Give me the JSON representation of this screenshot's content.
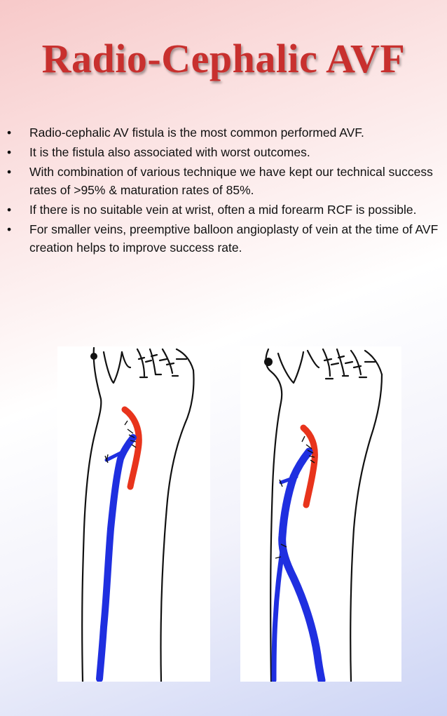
{
  "slide": {
    "title": "Radio-Cephalic AVF",
    "bullets": [
      "Radio-cephalic AV fistula is the most common performed AVF.",
      "It is the fistula also associated with worst outcomes.",
      "With combination of various technique we have kept our technical success rates of >95% & maturation rates of 85%.",
      "If there is no suitable vein at wrist, often a mid forearm RCF is possible.",
      "For smaller veins, preemptive balloon angioplasty of vein at the time of AVF creation helps to improve success rate."
    ],
    "bullet_marker": "•"
  },
  "colors": {
    "title": "#c8302e",
    "artery": "#e8341c",
    "vein": "#1f2fe0",
    "outline": "#111111"
  },
  "illustrations": [
    {
      "name": "forearm-diagram-wrist"
    },
    {
      "name": "forearm-diagram-mid-forearm"
    }
  ]
}
